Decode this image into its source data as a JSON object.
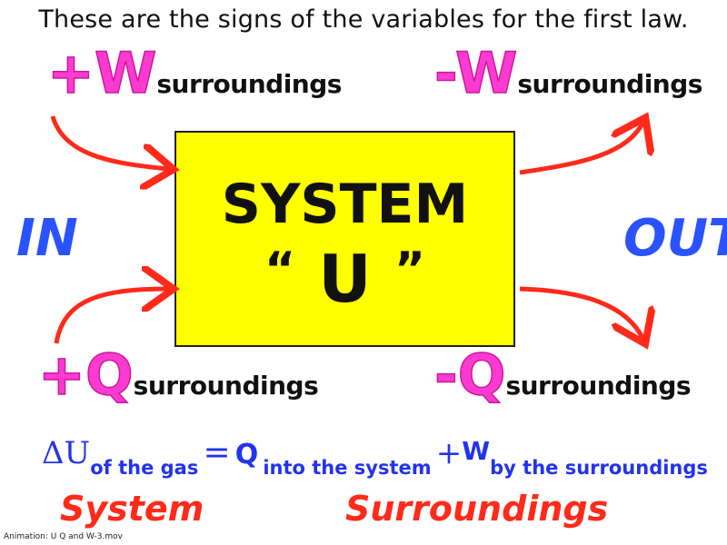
{
  "title": "These are the signs of the variables for the first law.",
  "signs": {
    "top_left": {
      "sign": "+W",
      "sub": "surroundings"
    },
    "top_right": {
      "sign": "-W",
      "sub": "surroundings"
    },
    "bottom_left": {
      "sign": "+Q",
      "sub": "surroundings"
    },
    "bottom_right": {
      "sign": "-Q",
      "sub": "surroundings"
    }
  },
  "box": {
    "label": "SYSTEM",
    "open_quote": "“",
    "symbol": "U",
    "close_quote": "”"
  },
  "side_labels": {
    "left": "IN",
    "right": "OUT"
  },
  "equation": {
    "delta_u": "ΔU",
    "u_sub": "of the gas",
    "equals": "=",
    "q": "Q",
    "q_sub": "into the system",
    "plus": "+",
    "w": "W",
    "w_sub": "by the surroundings"
  },
  "labels": {
    "system": "System",
    "surroundings": "Surroundings"
  },
  "caption": "Animation: U Q and W-3.mov",
  "colors": {
    "box": "#ffff00",
    "sign": "#ff3ad0",
    "side": "#2a52ff",
    "equation": "#2233ee",
    "arrow": "#ff2a1a",
    "label": "#ff2a1a"
  }
}
